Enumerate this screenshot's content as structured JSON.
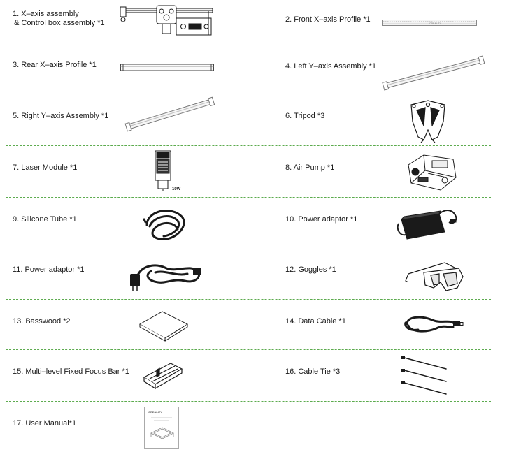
{
  "items": [
    {
      "label": "1. X–axis assembly",
      "label_line2": "& Control box assembly *1",
      "icon": "x-axis-control-box-icon"
    },
    {
      "label": "2. Front X–axis Profile *1",
      "icon": "front-x-axis-profile-icon",
      "brand": "CREALITY"
    },
    {
      "label": "3. Rear X–axis Profile *1",
      "icon": "rear-x-axis-profile-icon"
    },
    {
      "label": "4. Left Y–axis Assembly *1",
      "icon": "left-y-axis-icon"
    },
    {
      "label": "5. Right Y–axis Assembly *1",
      "icon": "right-y-axis-icon"
    },
    {
      "label": "6. Tripod *3",
      "icon": "tripod-icon"
    },
    {
      "label": "7. Laser Module *1",
      "icon": "laser-module-icon",
      "badge": "10W"
    },
    {
      "label": "8. Air Pump *1",
      "icon": "air-pump-icon"
    },
    {
      "label": "9. Silicone Tube *1",
      "icon": "silicone-tube-icon"
    },
    {
      "label": "10. Power adaptor *1",
      "icon": "power-adaptor-brick-icon"
    },
    {
      "label": "11. Power adaptor *1",
      "icon": "power-cord-icon"
    },
    {
      "label": "12. Goggles *1",
      "icon": "goggles-icon"
    },
    {
      "label": "13. Basswood *2",
      "icon": "basswood-icon"
    },
    {
      "label": "14. Data Cable *1",
      "icon": "data-cable-icon"
    },
    {
      "label": "15. Multi–level Fixed Focus Bar *1",
      "icon": "focus-bar-icon"
    },
    {
      "label": "16. Cable Tie *3",
      "icon": "cable-tie-icon"
    },
    {
      "label": "17. User Manual*1",
      "icon": "user-manual-icon",
      "brand": "CREALITY"
    }
  ],
  "colors": {
    "divider": "#5cab4e",
    "line": "#1a1a1a"
  }
}
